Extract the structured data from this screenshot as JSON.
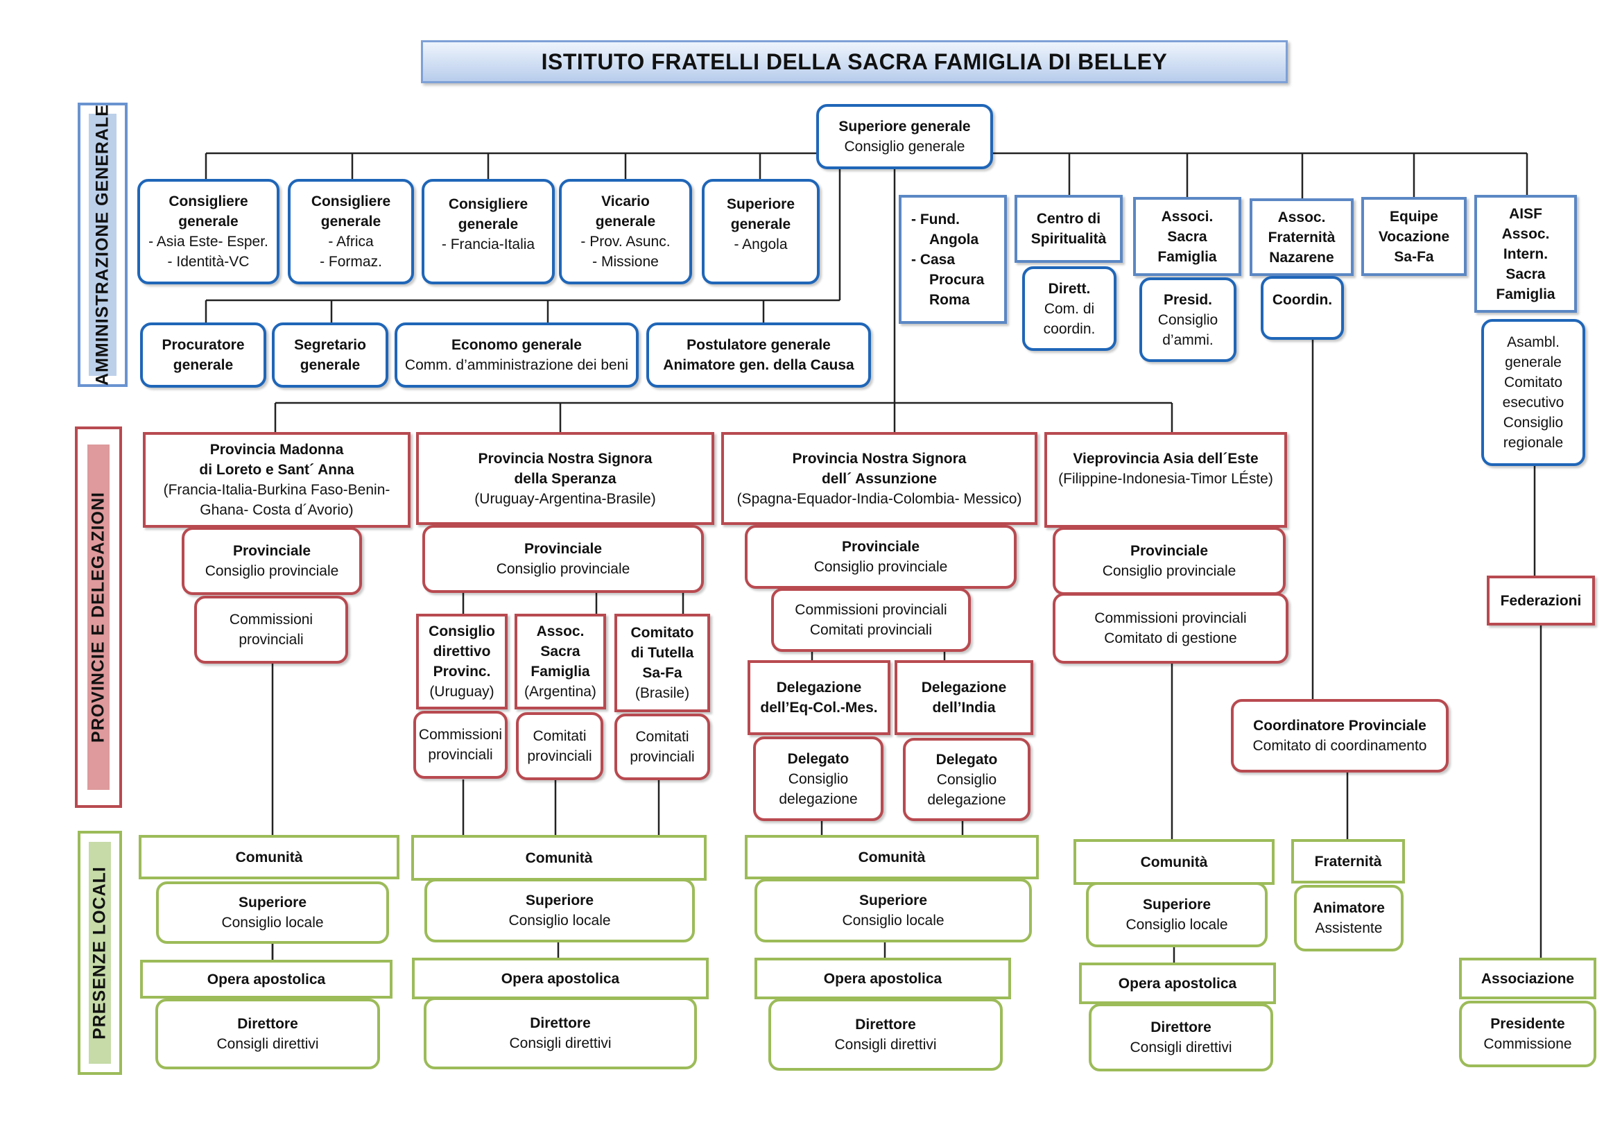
{
  "title": "ISTITUTO FRATELLI DELLA SACRA FAMIGLIA DI BELLEY",
  "colors": {
    "admin": "#1f66b8",
    "admin_light": "#5b87c4",
    "province": "#b84a50",
    "local": "#9cbb59",
    "title_fill": "#b8cdec",
    "admin_band_fill": "#bcd0ea",
    "province_band_fill": "#de9a9c",
    "local_band_fill": "#c6dba8"
  },
  "bands": {
    "admin": "AMMINISTRAZIONE GENERALE",
    "province": "PROVINCIE  E  DELEGAZIONI",
    "local": "PRESENZE  LOCALI"
  },
  "admin": {
    "superiore": {
      "l1": "Superiore generale",
      "l2": "Consiglio generale"
    },
    "cons1": {
      "l1": "Consigliere",
      "l2": "generale",
      "l3": "- Asia Este- Esper.",
      "l4": "- Identità-VC"
    },
    "cons2": {
      "l1": "Consigliere",
      "l2": "generale",
      "l3": "- Africa",
      "l4": "- Formaz."
    },
    "cons3": {
      "l1": "Consigliere",
      "l2": "generale",
      "l3": "- Francia-Italia"
    },
    "vicario": {
      "l1": "Vicario",
      "l2": "generale",
      "l3": "- Prov. Asunc.",
      "l4": "- Missione"
    },
    "supgen": {
      "l1": "Superiore",
      "l2": "generale",
      "l3": "- Angola"
    },
    "procuratore": {
      "l1": "Procuratore",
      "l2": "generale"
    },
    "segretario": {
      "l1": "Segretario",
      "l2": "generale"
    },
    "economo": {
      "l1": "Economo generale",
      "l2": "Comm. d’amministrazione dei beni"
    },
    "postulatore": {
      "l1": "Postulatore generale",
      "l2": "Animatore gen. della Causa"
    },
    "fund": {
      "l1": "-   Fund.",
      "l2": "Angola",
      "l3": "-   Casa",
      "l4": "Procura",
      "l5": "Roma"
    },
    "centro": {
      "l1": "Centro di",
      "l2": "Spiritualità"
    },
    "dirett": {
      "l1": "Dirett.",
      "l2": "Com. di",
      "l3": "coordin."
    },
    "associ": {
      "l1": "Associ.",
      "l2": "Sacra",
      "l3": "Famiglia"
    },
    "presid": {
      "l1": "Presid.",
      "l2": "Consiglio",
      "l3": "d’ammi."
    },
    "assocfn": {
      "l1": "Assoc.",
      "l2": "Fraternità",
      "l3": "Nazarene"
    },
    "coordin": {
      "l1": "Coordin."
    },
    "equipe": {
      "l1": "Equipe",
      "l2": "Vocazione",
      "l3": "Sa-Fa"
    },
    "aisf": {
      "l1": "AISF",
      "l2": "Assoc.",
      "l3": "Intern.",
      "l4": "Sacra",
      "l5": "Famiglia"
    },
    "asambl": {
      "l1": "Asambl.",
      "l2": "generale",
      "l3": "Comitato",
      "l4": "esecutivo",
      "l5": "Consiglio",
      "l6": "regionale"
    }
  },
  "province": {
    "p1": {
      "l1": "Provincia Madonna",
      "l2": "di Loreto e Sant´ Anna",
      "l3": "(Francia-Italia-Burkina Faso-Benin-",
      "l4": "Ghana- Costa d´Avorio)"
    },
    "p1_prov": {
      "l1": "Provinciale",
      "l2": "Consiglio provinciale"
    },
    "p1_comm": {
      "l1": "Commissioni",
      "l2": "provinciali"
    },
    "p2": {
      "l1": "Provincia Nostra Signora",
      "l2": "della Speranza",
      "l3": "(Uruguay-Argentina-Brasile)"
    },
    "p2_prov": {
      "l1": "Provinciale",
      "l2": "Consiglio provinciale"
    },
    "p2_a": {
      "l1": "Consiglio",
      "l2": "direttivo",
      "l3": "Provinc.",
      "l4": "(Uruguay)"
    },
    "p2_b": {
      "l1": "Assoc.",
      "l2": "Sacra",
      "l3": "Famiglia",
      "l4": "(Argentina)"
    },
    "p2_c": {
      "l1": "Comitato",
      "l2": "di Tutella",
      "l3": "Sa-Fa",
      "l4": "(Brasile)"
    },
    "p2_a2": {
      "l1": "Commissioni",
      "l2": "provinciali"
    },
    "p2_b2": {
      "l1": "Comitati",
      "l2": "provinciali"
    },
    "p2_c2": {
      "l1": "Comitati",
      "l2": "provinciali"
    },
    "p3": {
      "l1": "Provincia Nostra Signora",
      "l2": "dell´ Assunzione",
      "l3": "(Spagna-Equador-India-Colombia- Messico)"
    },
    "p3_prov": {
      "l1": "Provinciale",
      "l2": "Consiglio provinciale"
    },
    "p3_comm": {
      "l1": "Commissioni provinciali",
      "l2": "Comitati provinciali"
    },
    "p3_del1": {
      "l1": "Delegazione",
      "l2": "dell’Eq-Col.-Mes."
    },
    "p3_del2": {
      "l1": "Delegazione",
      "l2": "dell’India"
    },
    "p3_dg1": {
      "l1": "Delegato",
      "l2": "Consiglio",
      "l3": "delegazione"
    },
    "p3_dg2": {
      "l1": "Delegato",
      "l2": "Consiglio",
      "l3": "delegazione"
    },
    "p4": {
      "l1": "Vieprovincia Asia dell´Este",
      "l2": "(Filippine-Indonesia-Timor LÉste)"
    },
    "p4_prov": {
      "l1": "Provinciale",
      "l2": "Consiglio provinciale"
    },
    "p4_comm": {
      "l1": "Commissioni provinciali",
      "l2": "Comitato di gestione"
    },
    "coord": {
      "l1": "Coordinatore Provinciale",
      "l2": "Comitato di coordinamento"
    },
    "feder": {
      "l1": "Federazioni"
    }
  },
  "local": {
    "comunita": "Comunità",
    "superiore": "Superiore",
    "consiglio_locale": "Consiglio locale",
    "opera": "Opera apostolica",
    "direttore": "Direttore",
    "consigli": "Consigli  direttivi",
    "fraternita": "Fraternità",
    "animatore": "Animatore",
    "assistente": "Assistente",
    "associazione": "Associazione",
    "presidente": "Presidente",
    "commissione": "Commissione"
  }
}
